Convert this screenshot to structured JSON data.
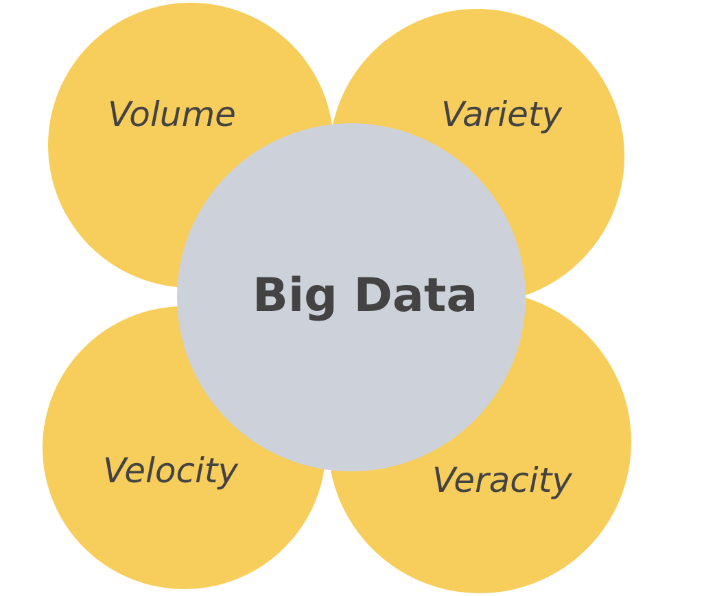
{
  "center": {
    "label": "Big Data",
    "color": "#CDD2DA"
  },
  "petals": [
    {
      "label": "Volume",
      "color": "#F7CE5B"
    },
    {
      "label": "Variety",
      "color": "#F7CE5B"
    },
    {
      "label": "Velocity",
      "color": "#F7CE5B"
    },
    {
      "label": "Veracity",
      "color": "#F7CE5B"
    }
  ],
  "text_color": "#434343"
}
